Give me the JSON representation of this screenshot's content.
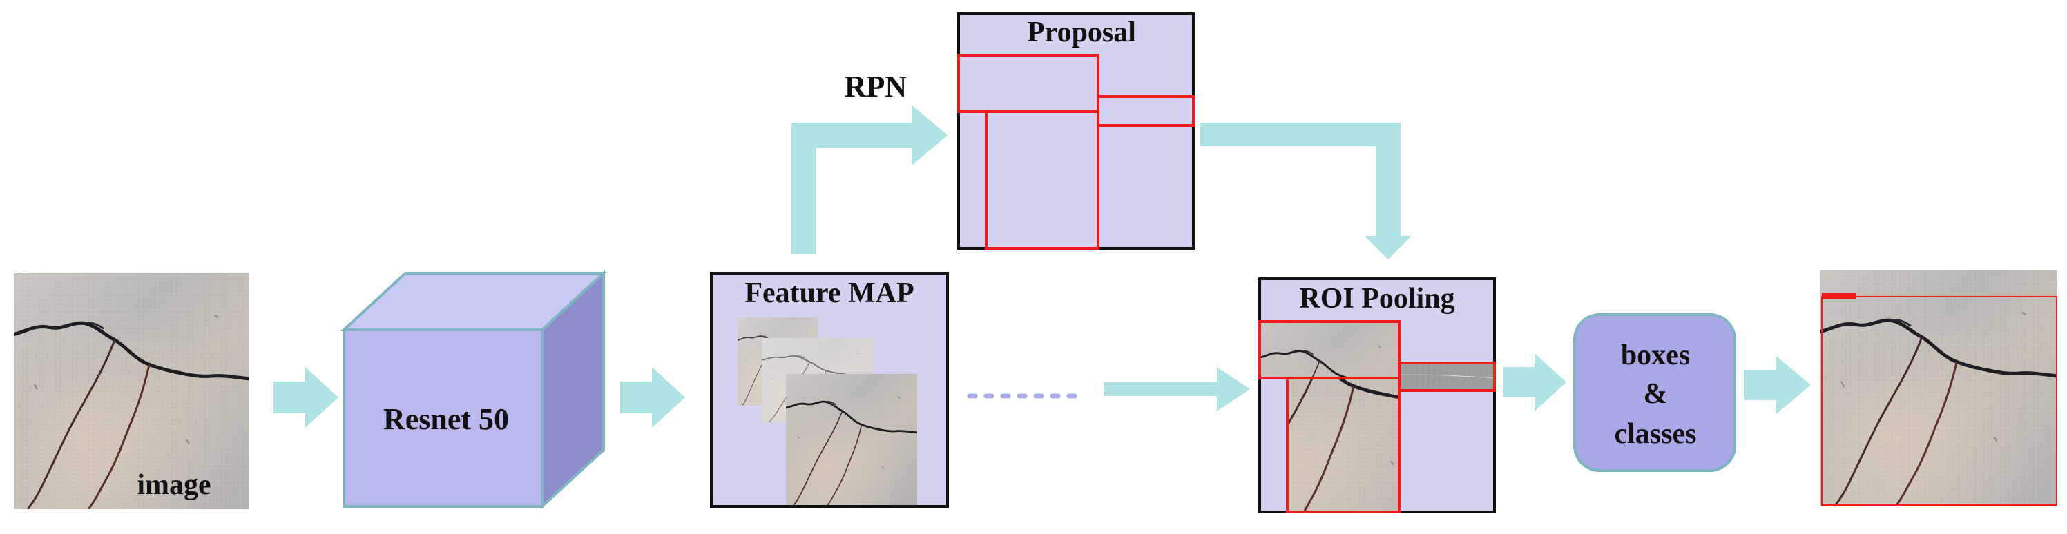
{
  "diagram": {
    "input": {
      "label": "image"
    },
    "backbone": {
      "label": "Resnet 50"
    },
    "feature_map": {
      "label": "Feature MAP"
    },
    "rpn": {
      "label": "RPN"
    },
    "proposal": {
      "label": "Proposal"
    },
    "roi_pooling": {
      "label": "ROI Pooling"
    },
    "head": {
      "line1": "boxes",
      "line2": "&",
      "line3": "classes"
    }
  },
  "colors": {
    "arrow": "#b0e3e4",
    "panel": "#d3d3f1",
    "cube_front": "#b9b9ee",
    "cube_top": "#c9c9f5",
    "cube_side": "#8e8ecb",
    "cube_edge": "#7fb4c2",
    "head_box": "#a9a9e8",
    "proposal_box": "#ee1c1c",
    "dots": "#a9a9e8",
    "crack_stone": "#c2bfba"
  }
}
